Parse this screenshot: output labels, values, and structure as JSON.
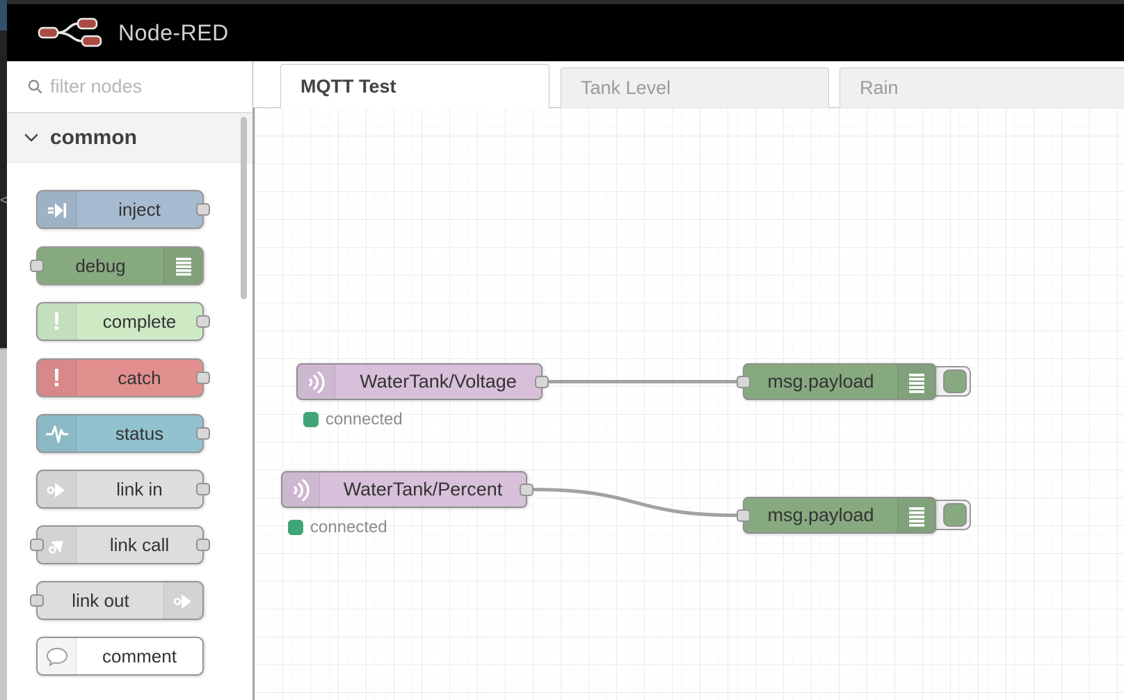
{
  "header": {
    "title": "Node-RED"
  },
  "left_edge": {
    "chevron": "<"
  },
  "sidebar": {
    "search": {
      "placeholder": "filter nodes"
    },
    "category": {
      "label": "common"
    },
    "palette": {
      "items": [
        {
          "label": "inject",
          "color": "#a6bbcf",
          "icon": "inject-icon"
        },
        {
          "label": "debug",
          "color": "#87a980",
          "icon": "debug-icon"
        },
        {
          "label": "complete",
          "color": "#cdeac5",
          "icon": "exclamation-icon"
        },
        {
          "label": "catch",
          "color": "#e28f8f",
          "icon": "exclamation-icon"
        },
        {
          "label": "status",
          "color": "#92c2cf",
          "icon": "pulse-icon"
        },
        {
          "label": "link in",
          "color": "#dddddd",
          "icon": "link-in-icon"
        },
        {
          "label": "link call",
          "color": "#dddddd",
          "icon": "link-call-icon"
        },
        {
          "label": "link out",
          "color": "#dddddd",
          "icon": "link-out-icon"
        },
        {
          "label": "comment",
          "color": "#ffffff",
          "icon": "comment-icon"
        }
      ]
    }
  },
  "tabs": [
    {
      "label": "MQTT Test",
      "active": true
    },
    {
      "label": "Tank Level",
      "active": false
    },
    {
      "label": "Rain",
      "active": false
    }
  ],
  "flow": {
    "nodes": [
      {
        "type": "mqtt in",
        "label": "WaterTank/Voltage",
        "status": "connected"
      },
      {
        "type": "debug",
        "label": "msg.payload"
      },
      {
        "type": "mqtt in",
        "label": "WaterTank/Percent",
        "status": "connected"
      },
      {
        "type": "debug",
        "label": "msg.payload"
      }
    ],
    "wires": [
      {
        "from": 0,
        "to": 1
      },
      {
        "from": 2,
        "to": 3
      }
    ]
  },
  "colors": {
    "header_bg": "#010101",
    "logo_red": "#aa4b42",
    "mqtt_node": "#d8c0da",
    "debug_node": "#87a980",
    "status_green": "#40a477",
    "wire": "#a2a2a2",
    "port": "#d7d7d7",
    "grid_line": "#ebebeb"
  }
}
